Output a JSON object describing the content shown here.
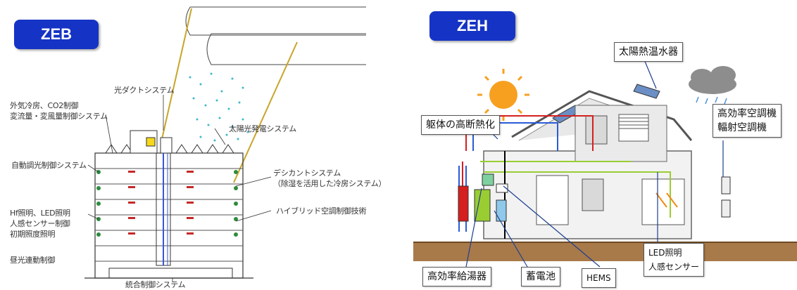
{
  "zeb": {
    "title": "ZEB",
    "labels": {
      "outdoor_cooling_1": "外気冷房、CO2制御",
      "outdoor_cooling_2": "変流量・変風量制御システム",
      "light_duct": "光ダクトシステム",
      "solar_power": "太陽光発電システム",
      "auto_blind": "自動調光制御システム",
      "desiccant_1": "デシカントシステム",
      "desiccant_2": "（除湿を活用した冷房システム）",
      "hf_led": "Hf照明、LED照明",
      "motion_sensor": "人感センサー制御",
      "initial_illum": "初期照度照明",
      "daylight": "昼光連動制御",
      "hybrid_ac": "ハイブリッド空調制御技術",
      "integrated": "統合制御システム"
    }
  },
  "zeh": {
    "title": "ZEH",
    "labels": {
      "solar_water": "太陽熱温水器",
      "insulation": "躯体の高断熱化",
      "hvac_1": "高効率空調機",
      "hvac_2": "輻射空調機",
      "led_1": "LED照明",
      "led_2": "人感センサー",
      "water_heater": "高効率給湯器",
      "battery": "蓄電池",
      "hems": "HEMS"
    }
  }
}
